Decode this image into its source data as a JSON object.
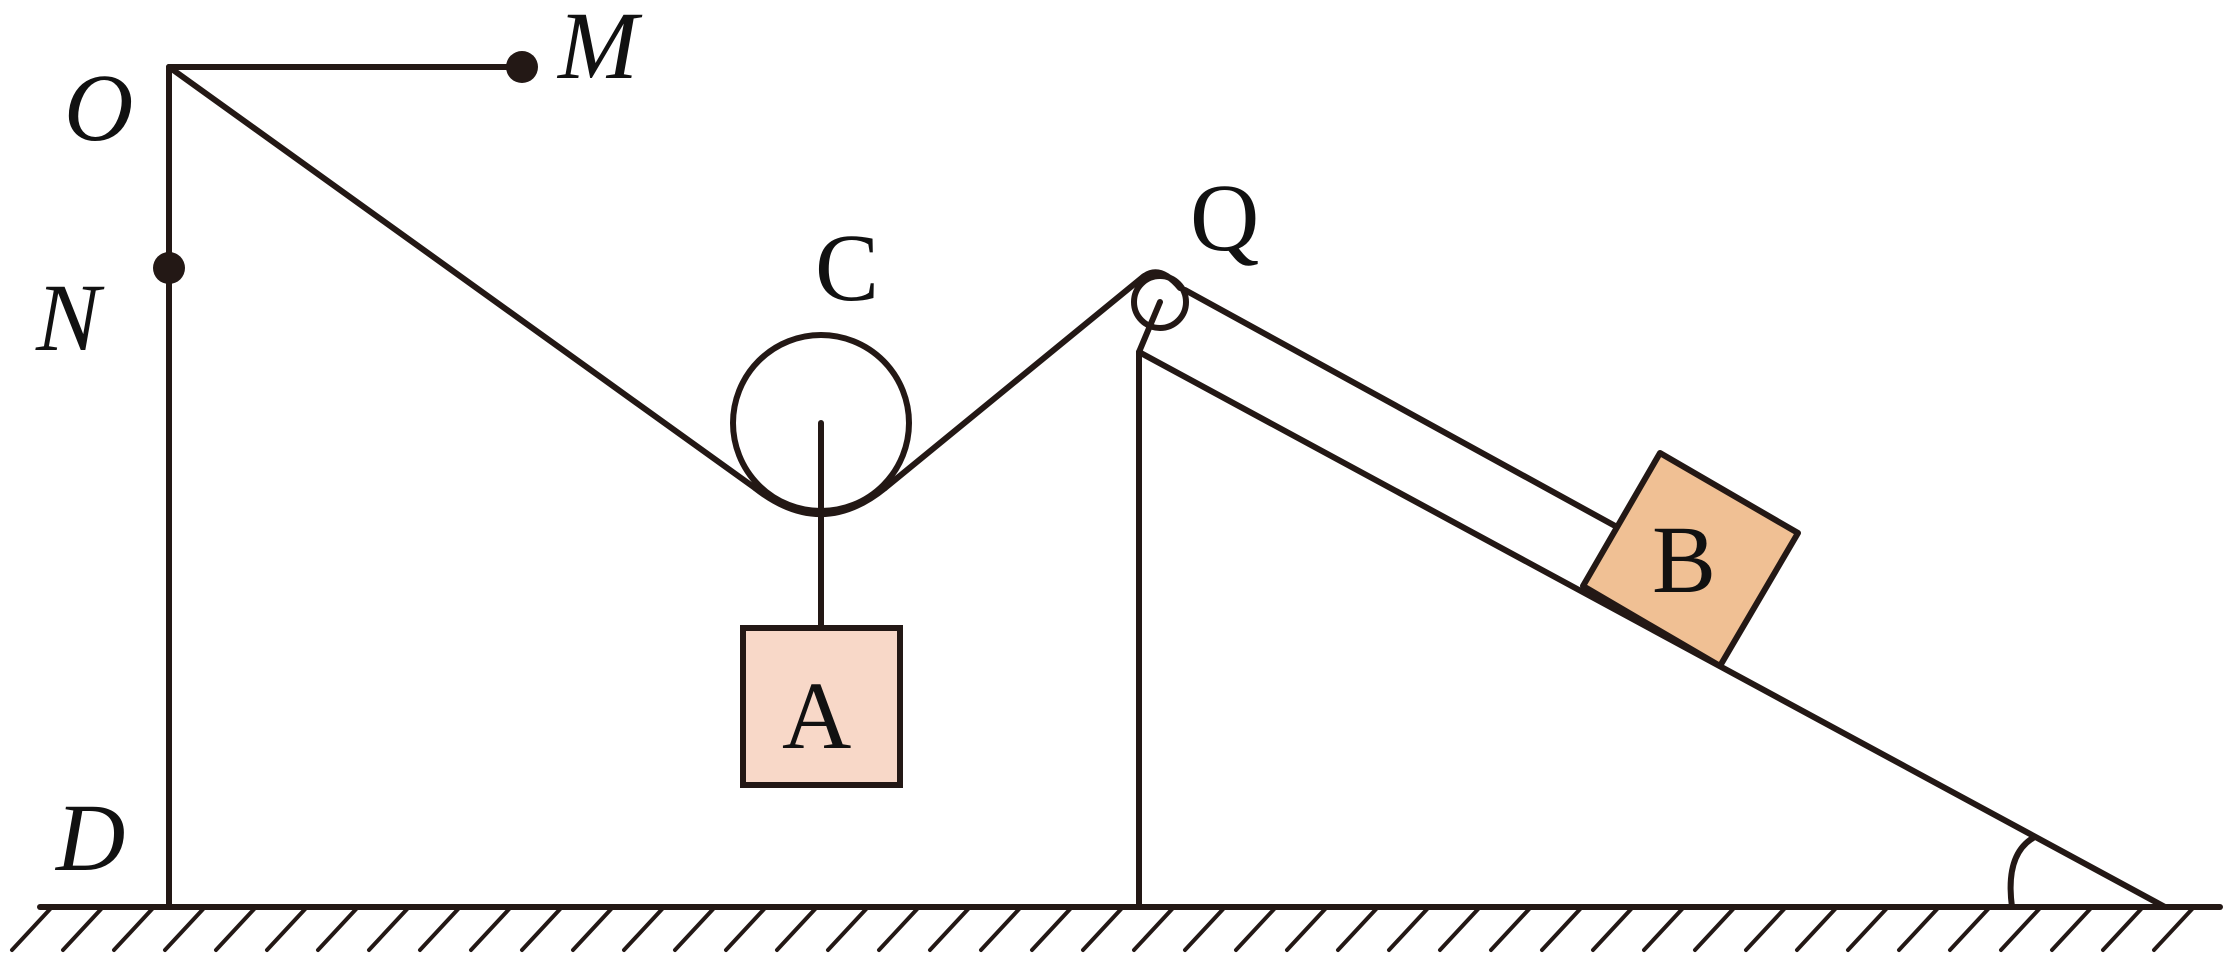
{
  "labels": {
    "O": "O",
    "M": "M",
    "N": "N",
    "D": "D",
    "C": "C",
    "Q": "Q",
    "A": "A",
    "B": "B"
  },
  "colors": {
    "line": "#231815",
    "block_a_fill": "#f8d8c8",
    "block_b_fill": "#f0c094",
    "background": "#ffffff"
  }
}
